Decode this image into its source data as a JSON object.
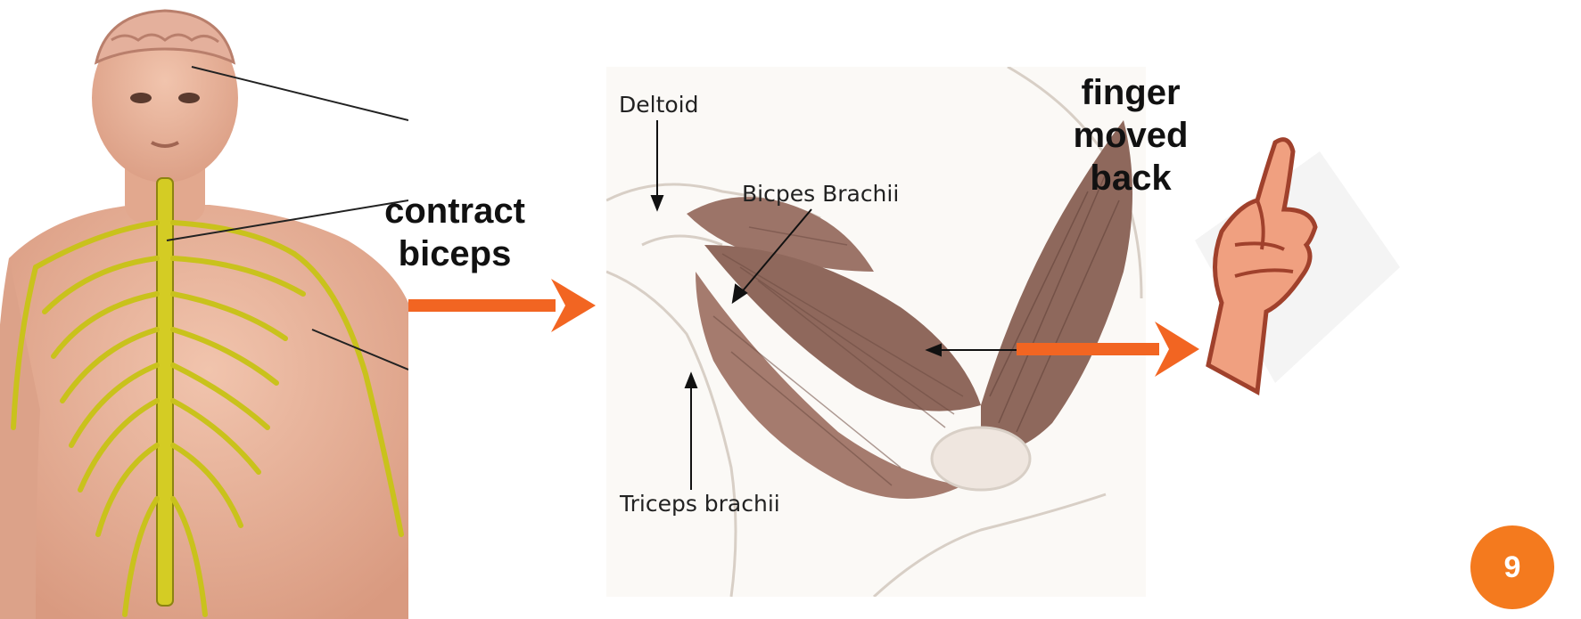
{
  "captions": {
    "action_line1": "contract",
    "action_line2": "biceps",
    "result_line1": "finger",
    "result_line2": "moved",
    "result_line3": "back"
  },
  "arm_labels": {
    "deltoid": "Deltoid",
    "biceps": "Bicpes Brachii",
    "triceps": "Triceps brachii"
  },
  "slide": {
    "number": "9"
  },
  "colors": {
    "arrow": "#f26522",
    "badge": "#f47a1e",
    "nerve": "#c9c21c",
    "skin": "#e9b199",
    "muscle": "#9c7468"
  }
}
